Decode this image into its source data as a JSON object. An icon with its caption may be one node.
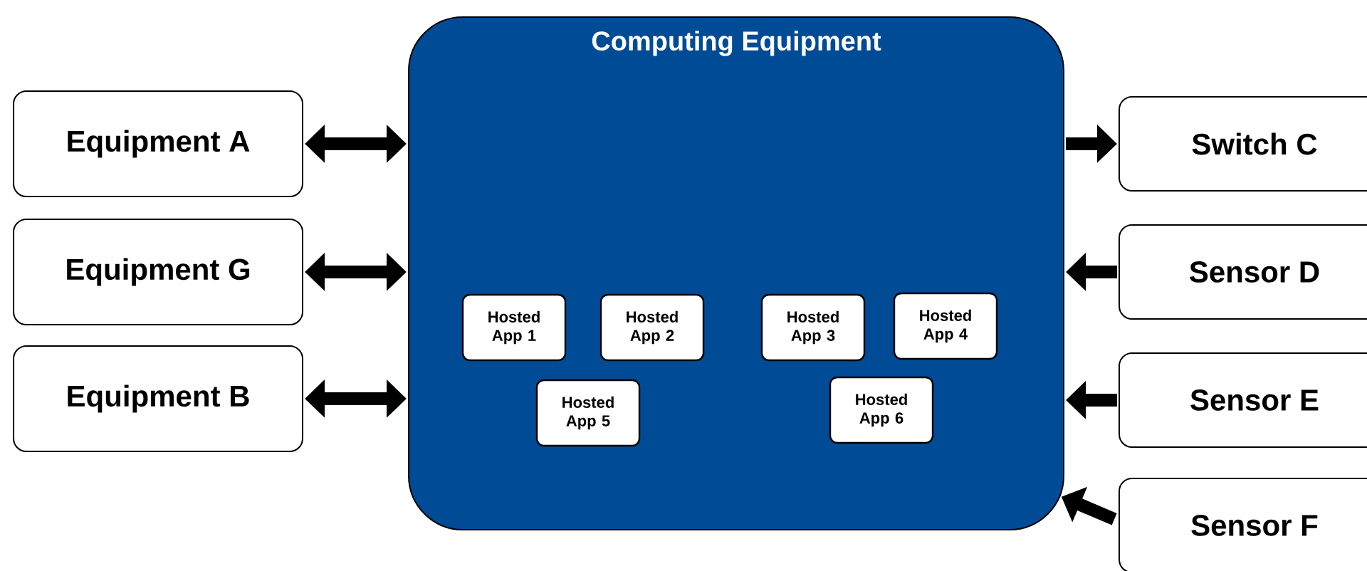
{
  "diagram": {
    "nodes": [
      {
        "text": [
          "Computing Equipment"
        ]
      },
      {
        "text": [
          "Hosted App 1"
        ],
        "in": 0
      },
      {
        "text": [
          "Hosted App 2"
        ],
        "in": 0
      },
      {
        "text": [
          "Hosted App 3"
        ],
        "in": 0
      },
      {
        "text": [
          "Hosted App 4"
        ],
        "in": 0
      },
      {
        "text": [
          "Hosted App 5"
        ],
        "in": 0
      },
      {
        "text": [
          "Hosted App 6"
        ],
        "in": 0
      },
      {
        "text": [
          "Equipment A"
        ]
      },
      {
        "text": [
          "Equipment G"
        ]
      },
      {
        "text": [
          "Equipment B"
        ]
      },
      {
        "text": [
          "Switch C"
        ]
      },
      {
        "text": [
          "Sensor D"
        ]
      },
      {
        "text": [
          "Sensor E"
        ]
      },
      {
        "text": [
          "Sensor F"
        ]
      }
    ],
    "edges": [
      {
        "from": 7,
        "to": 0,
        "arrow": "both"
      },
      {
        "from": 8,
        "to": 0,
        "arrow": "both"
      },
      {
        "from": 9,
        "to": 0,
        "arrow": "both"
      },
      {
        "from": 0,
        "to": 10,
        "arrow": "to"
      },
      {
        "from": 11,
        "to": 0,
        "arrow": "to"
      },
      {
        "from": 12,
        "to": 0,
        "arrow": "to"
      },
      {
        "from": 13,
        "to": 0,
        "arrow": "to"
      }
    ]
  }
}
